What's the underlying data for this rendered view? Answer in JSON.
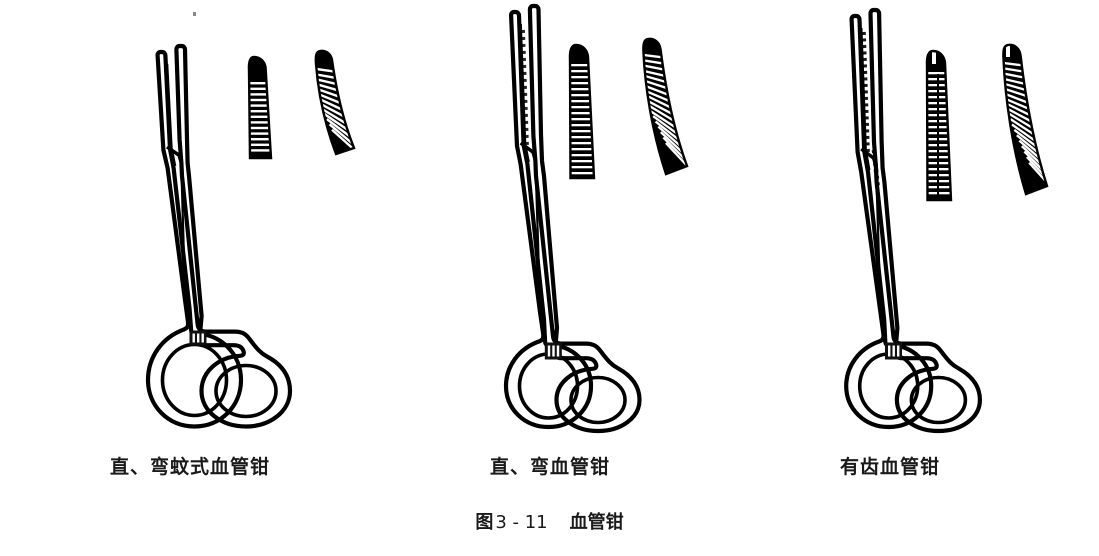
{
  "figure": {
    "background_color": "#ffffff",
    "ink_color": "#000000",
    "caption": {
      "fig_word": "图",
      "number": "3 - 11",
      "title": "血管钳"
    },
    "items": [
      {
        "label": "直、弯蚊式血管钳",
        "instrument": "mosquito-hemostat",
        "insets": [
          "straight-serrated-jaw-tip",
          "curved-serrated-jaw-tip"
        ]
      },
      {
        "label": "直、弯血管钳",
        "instrument": "standard-hemostat",
        "insets": [
          "straight-serrated-jaw-tip",
          "curved-serrated-jaw-tip"
        ]
      },
      {
        "label": "有齿血管钳",
        "instrument": "toothed-hemostat",
        "insets": [
          "straight-toothed-jaw-tip",
          "curved-toothed-jaw-tip"
        ]
      }
    ]
  }
}
